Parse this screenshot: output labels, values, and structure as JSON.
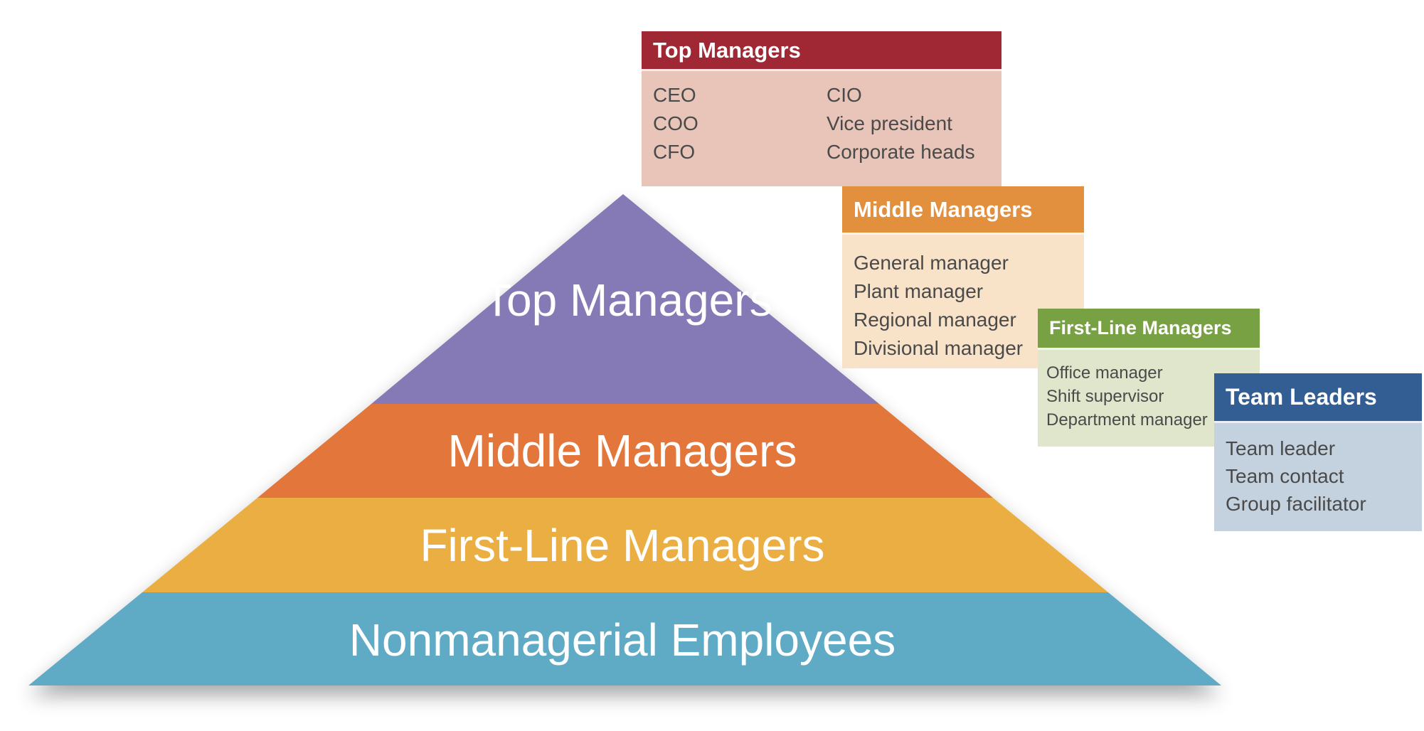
{
  "pyramid": {
    "tiers": [
      {
        "label_line1": "Top",
        "label_line2": "Managers",
        "color": "#857ab5"
      },
      {
        "label": "Middle Managers",
        "color": "#e2763a"
      },
      {
        "label": "First-Line Managers",
        "color": "#ebae43"
      },
      {
        "label": "Nonmanagerial Employees",
        "color": "#5fabc6"
      }
    ]
  },
  "cards": {
    "top": {
      "title": "Top Managers",
      "header_color": "#a02834",
      "col1": [
        "CEO",
        "COO",
        "CFO"
      ],
      "col2": [
        "CIO",
        "Vice president",
        "Corporate heads"
      ]
    },
    "middle": {
      "title": "Middle Managers",
      "header_color": "#e28f3e",
      "items": [
        "General manager",
        "Plant manager",
        "Regional manager",
        "Divisional manager"
      ]
    },
    "first": {
      "title": "First-Line Managers",
      "header_color": "#77a142",
      "items": [
        "Office manager",
        "Shift supervisor",
        "Department manager"
      ]
    },
    "team": {
      "title": "Team Leaders",
      "header_color": "#335e94",
      "items": [
        "Team leader",
        "Team contact",
        "Group facilitator"
      ]
    }
  }
}
